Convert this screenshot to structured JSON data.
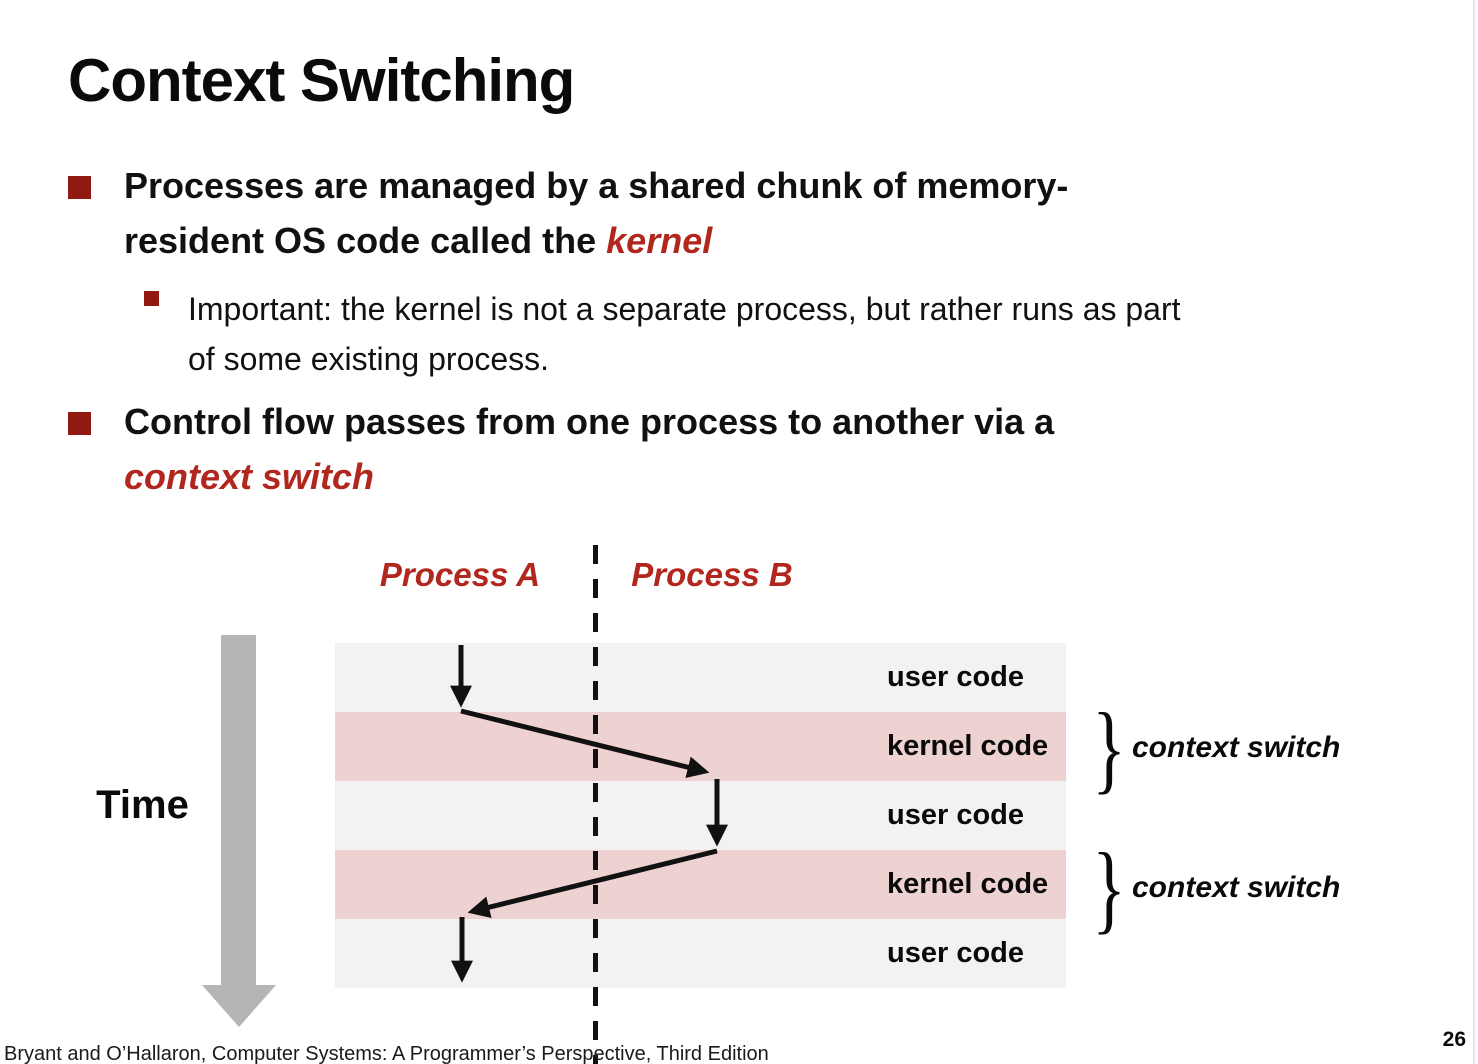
{
  "slide": {
    "title": "Context Switching",
    "bullet1": {
      "line1": "Processes are managed by a shared chunk of memory-",
      "line2_prefix": "resident OS code called the ",
      "keyword": "kernel"
    },
    "sub_bullet": {
      "line1": "Important: the kernel is not a separate process, but rather runs as part",
      "line2": "of some existing process."
    },
    "bullet2": {
      "line1": "Control flow passes from one process to another via a",
      "keyword": "context switch"
    }
  },
  "diagram": {
    "process_a_label": "Process A",
    "process_b_label": "Process B",
    "time_label": "Time",
    "bands": [
      {
        "label": "user code",
        "type": "user"
      },
      {
        "label": "kernel code",
        "type": "kernel"
      },
      {
        "label": "user code",
        "type": "user"
      },
      {
        "label": "kernel code",
        "type": "kernel"
      },
      {
        "label": "user code",
        "type": "user"
      }
    ],
    "annotations": [
      {
        "brace": "}",
        "label": "context switch"
      },
      {
        "brace": "}",
        "label": "context switch"
      }
    ],
    "colors": {
      "user_band": "#f2f2f3",
      "kernel_band": "#edd2d1",
      "accent_red": "#b2271d",
      "bullet_square_red": "#901a10",
      "time_arrow_gray": "#b5b5b5",
      "flow_arrow_black": "#111111"
    }
  },
  "footer": {
    "citation": "Bryant and O’Hallaron, Computer Systems: A Programmer’s Perspective, Third Edition",
    "page_number": "26"
  }
}
